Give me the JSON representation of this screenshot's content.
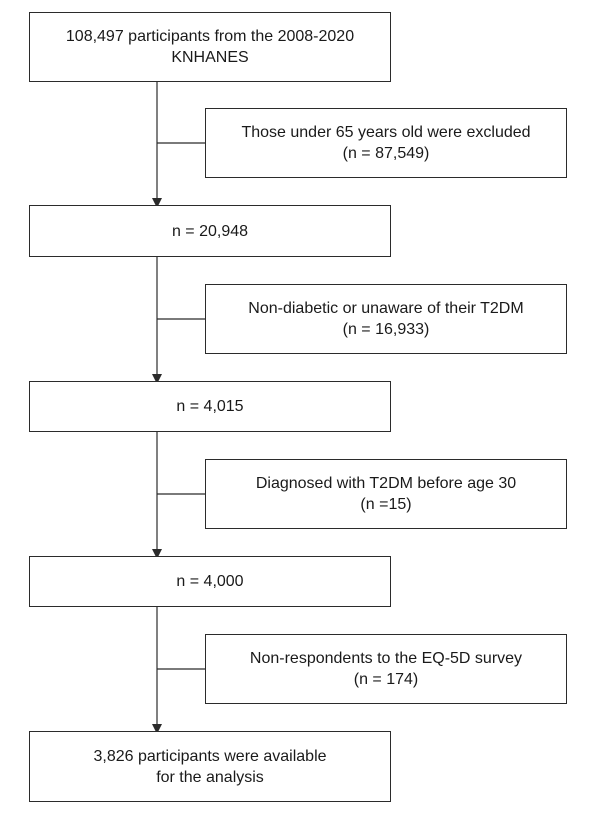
{
  "flowchart": {
    "main_steps": [
      {
        "line1": "108,497 participants from the 2008-2020",
        "line2": "KNHANES"
      },
      {
        "line1": "n = 20,948",
        "line2": ""
      },
      {
        "line1": "n = 4,015",
        "line2": ""
      },
      {
        "line1": "n = 4,000",
        "line2": ""
      },
      {
        "line1": "3,826 participants were available",
        "line2": "for the analysis"
      }
    ],
    "exclusions": [
      {
        "line1": "Those under 65 years old were excluded",
        "line2": "(n = 87,549)"
      },
      {
        "line1": "Non-diabetic or unaware of their T2DM",
        "line2": "(n = 16,933)"
      },
      {
        "line1": "Diagnosed with T2DM before age 30",
        "line2": "(n =15)"
      },
      {
        "line1": "Non-respondents to the EQ-5D survey",
        "line2": "(n = 174)"
      }
    ]
  }
}
